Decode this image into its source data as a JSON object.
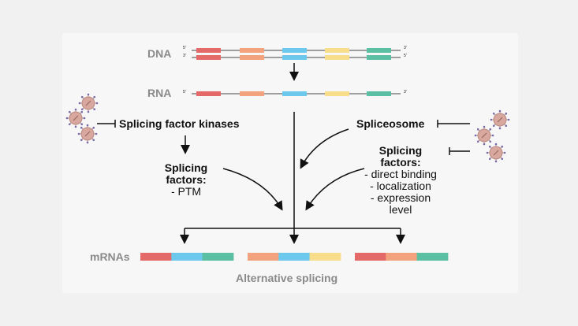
{
  "labels": {
    "dna": "DNA",
    "rna": "RNA",
    "mrnas": "mRNAs",
    "five_prime": "5'",
    "three_prime": "3'",
    "splicing_factor_kinases": "Splicing factor kinases",
    "spliceosome": "Spliceosome",
    "splicing_factors_left_title_line1": "Splicing",
    "splicing_factors_left_title_line2": "factors:",
    "splicing_factors_left_item": "- PTM",
    "splicing_factors_right_title_line1": "Splicing",
    "splicing_factors_right_title_line2": "factors:",
    "splicing_factors_right_items": [
      "- direct binding",
      "- localization",
      "- expression",
      "level"
    ],
    "caption": "Alternative splicing"
  },
  "exon_colors": {
    "red": "#e46a6a",
    "orange": "#f2a27d",
    "blue": "#6cc8ec",
    "yellow": "#f8dd8a",
    "teal": "#5bbfa4"
  },
  "mrna_isoforms": [
    [
      "red",
      "blue",
      "teal"
    ],
    [
      "orange",
      "blue",
      "yellow"
    ],
    [
      "red",
      "orange",
      "teal"
    ]
  ],
  "virus_color": "#d8a79e"
}
